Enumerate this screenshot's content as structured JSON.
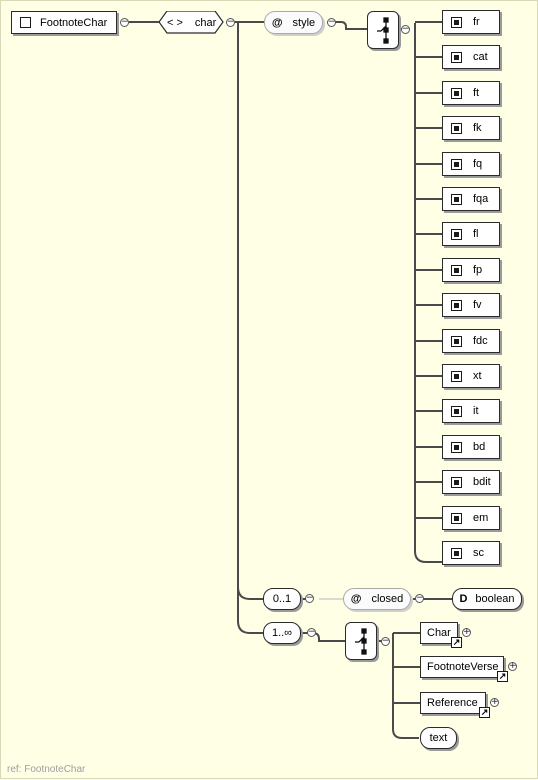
{
  "root": {
    "label": "FootnoteChar"
  },
  "char_element": {
    "label": "char"
  },
  "style_attribute": {
    "at": "@",
    "label": "style"
  },
  "style_values": [
    "fr",
    "cat",
    "ft",
    "fk",
    "fq",
    "fqa",
    "fl",
    "fp",
    "fv",
    "fdc",
    "xt",
    "it",
    "bd",
    "bdit",
    "em",
    "sc"
  ],
  "closed_branch": {
    "occurrence": "0..1",
    "at": "@",
    "attribute": "closed",
    "type_prefix": "D",
    "type": "boolean"
  },
  "content_branch": {
    "occurrence": "1..∞"
  },
  "content_items": [
    {
      "label": "Char",
      "kind": "ref"
    },
    {
      "label": "FootnoteVerse",
      "kind": "ref"
    },
    {
      "label": "Reference",
      "kind": "ref"
    },
    {
      "label": "text",
      "kind": "text"
    }
  ],
  "toggle_symbols": {
    "collapse": "−",
    "expand": "+"
  },
  "footer": {
    "label": "ref: FootnoteChar"
  }
}
